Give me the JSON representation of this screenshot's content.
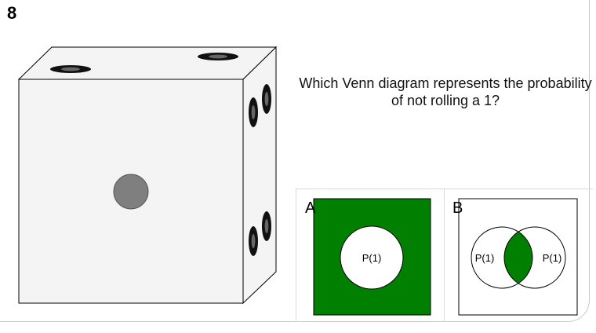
{
  "question_number": "8",
  "question_text": "Which Venn diagram represents the probability of not rolling a 1?",
  "options": [
    {
      "label": "A",
      "circle_labels": [
        "P(1)"
      ]
    },
    {
      "label": "B",
      "circle_labels": [
        "P(1)",
        "P(1)"
      ]
    }
  ],
  "colors": {
    "shade": "#007f00",
    "pip": "#7f7f7f",
    "die_face": "#f4f4f4"
  },
  "die": {
    "front_face_value": 1
  }
}
